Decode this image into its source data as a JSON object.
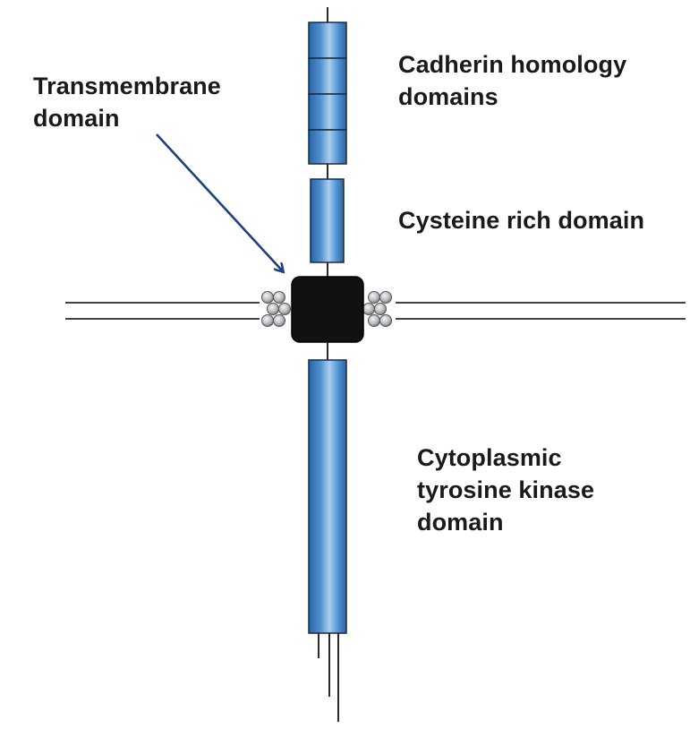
{
  "labels": {
    "cadherin": {
      "line1": "Cadherin homology",
      "line2": "domains"
    },
    "transmembrane": {
      "line1": "Transmembrane",
      "line2": "domain"
    },
    "cysteine": {
      "line1": "Cysteine rich domain"
    },
    "cytoplasmic": {
      "line1": "Cytoplasmic",
      "line2": "tyrosine kinase",
      "line3": "domain"
    }
  },
  "colors": {
    "domain_fill_light": "#a9cdf0",
    "domain_fill_mid": "#4d8fd0",
    "domain_fill_dark": "#2a64a8",
    "domain_outline": "#1c2a3a",
    "transmembrane_box": "#111111",
    "membrane_lipid": "#b8bcc0",
    "arrow": "#1f3f7f",
    "text": "#1a1a1a"
  },
  "diagram": {
    "cadherin_domain_count": 4
  }
}
